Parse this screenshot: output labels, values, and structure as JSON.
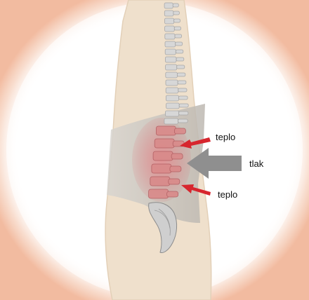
{
  "labels": {
    "heat_top": "teplo",
    "pressure": "tlak",
    "heat_bottom": "teplo"
  },
  "colors": {
    "vignette_edge": "#f2bba0",
    "circle_fill": "#ffffff",
    "body_fill": "#efe0cc",
    "body_outline": "#e3d0b8",
    "belt_fill": "#c9c5bf",
    "lumbar_highlight": "#d9777b",
    "spine_bone": "#cfcfcf",
    "heat_arrow": "#d7262e",
    "pressure_arrow": "#8f8f8f",
    "text": "#111111"
  },
  "icons": {
    "heat_top": "red-arrow-icon",
    "pressure": "gray-arrow-icon",
    "heat_bottom": "red-arrow-icon"
  }
}
